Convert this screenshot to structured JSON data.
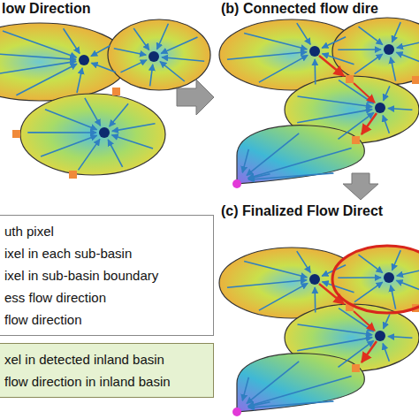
{
  "diagram": {
    "nodes": [
      {
        "text": [
          "uth pixel",
          "ixel in each sub-basin",
          "ixel in sub-basin boundary",
          "ess flow direction",
          "flow direction"
        ]
      },
      {
        "text": [
          "xel in detected inland basin",
          "flow direction in inland basin"
        ]
      }
    ],
    "labels": [
      "low Direction",
      "(b) Connected flow dire",
      "(c) Finalized Flow Direct"
    ]
  }
}
